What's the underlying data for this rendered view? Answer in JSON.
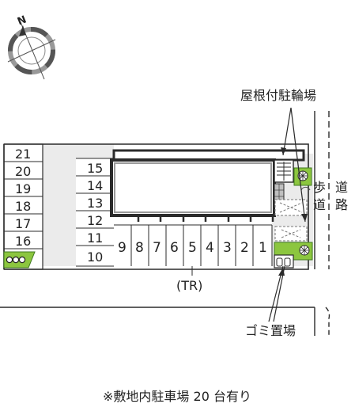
{
  "map": {
    "compass_letter": "N",
    "bike_parking_label": "屋根付駐輪場",
    "sidewalk_label": [
      "歩",
      "道"
    ],
    "road_label": [
      "道",
      "路"
    ],
    "trash_label": "ゴミ置場",
    "trunk_room_label": "(TR)",
    "footnote": "※敷地内駐車場 20 台有り",
    "left_spaces": [
      "21",
      "20",
      "19",
      "18",
      "17",
      "16"
    ],
    "center_left_spaces": [
      "15",
      "14",
      "13",
      "12",
      "11",
      "10"
    ],
    "bottom_spaces": [
      "9",
      "8",
      "7",
      "6",
      "5",
      "4",
      "3",
      "2",
      "1"
    ],
    "colors": {
      "line": "#2b2b2b",
      "building_fill": "#d9d9d9",
      "lot_gray": "#ebebeb",
      "green": "#8cc63f",
      "green_dark": "#3f7a1f"
    }
  }
}
